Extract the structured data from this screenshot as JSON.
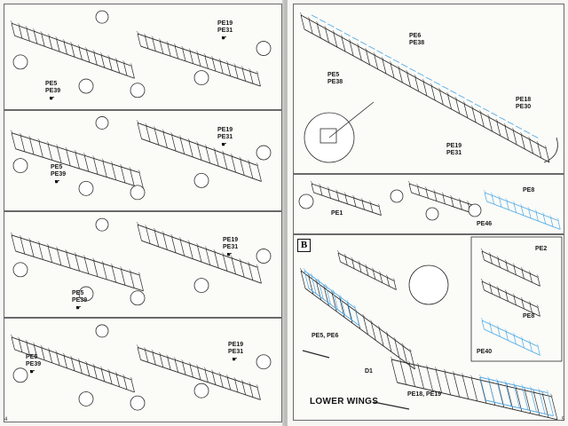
{
  "left_page": {
    "page_number": "4",
    "steps": [
      {
        "labels": [
          "PE5",
          "PE39"
        ],
        "labels_b": [
          "PE19",
          "PE31"
        ]
      },
      {
        "labels": [
          "PE5",
          "PE39"
        ],
        "labels_b": [
          "PE19",
          "PE31"
        ]
      },
      {
        "labels": [
          "PE5",
          "PE39"
        ],
        "labels_b": [
          "PE19",
          "PE31"
        ]
      },
      {
        "labels": [
          "PE5",
          "PE39"
        ],
        "labels_b": [
          "PE19",
          "PE31"
        ]
      }
    ]
  },
  "right_page": {
    "page_number": "5",
    "top_panel": {
      "label_a": [
        "PE6",
        "PE38"
      ],
      "label_b": [
        "PE5",
        "PE38"
      ],
      "label_c": [
        "PE18",
        "PE30"
      ],
      "label_d": [
        "PE19",
        "PE31"
      ]
    },
    "middle_panel": {
      "label_a": "PE1",
      "label_b": "PE8",
      "label_c": "PE46"
    },
    "section_b": {
      "badge": "B",
      "title": "LOWER WINGS",
      "label_left": "PE5, PE6",
      "label_d1": "D1",
      "label_bottom": "PE18, PE19",
      "inset": {
        "label_a": "PE2",
        "label_b": "PE8",
        "label_c": "PE40"
      }
    }
  },
  "colors": {
    "line": "#2b2b2b",
    "highlight": "#4fa9e6"
  },
  "icon_names": [
    "pointing-hand-icon"
  ]
}
